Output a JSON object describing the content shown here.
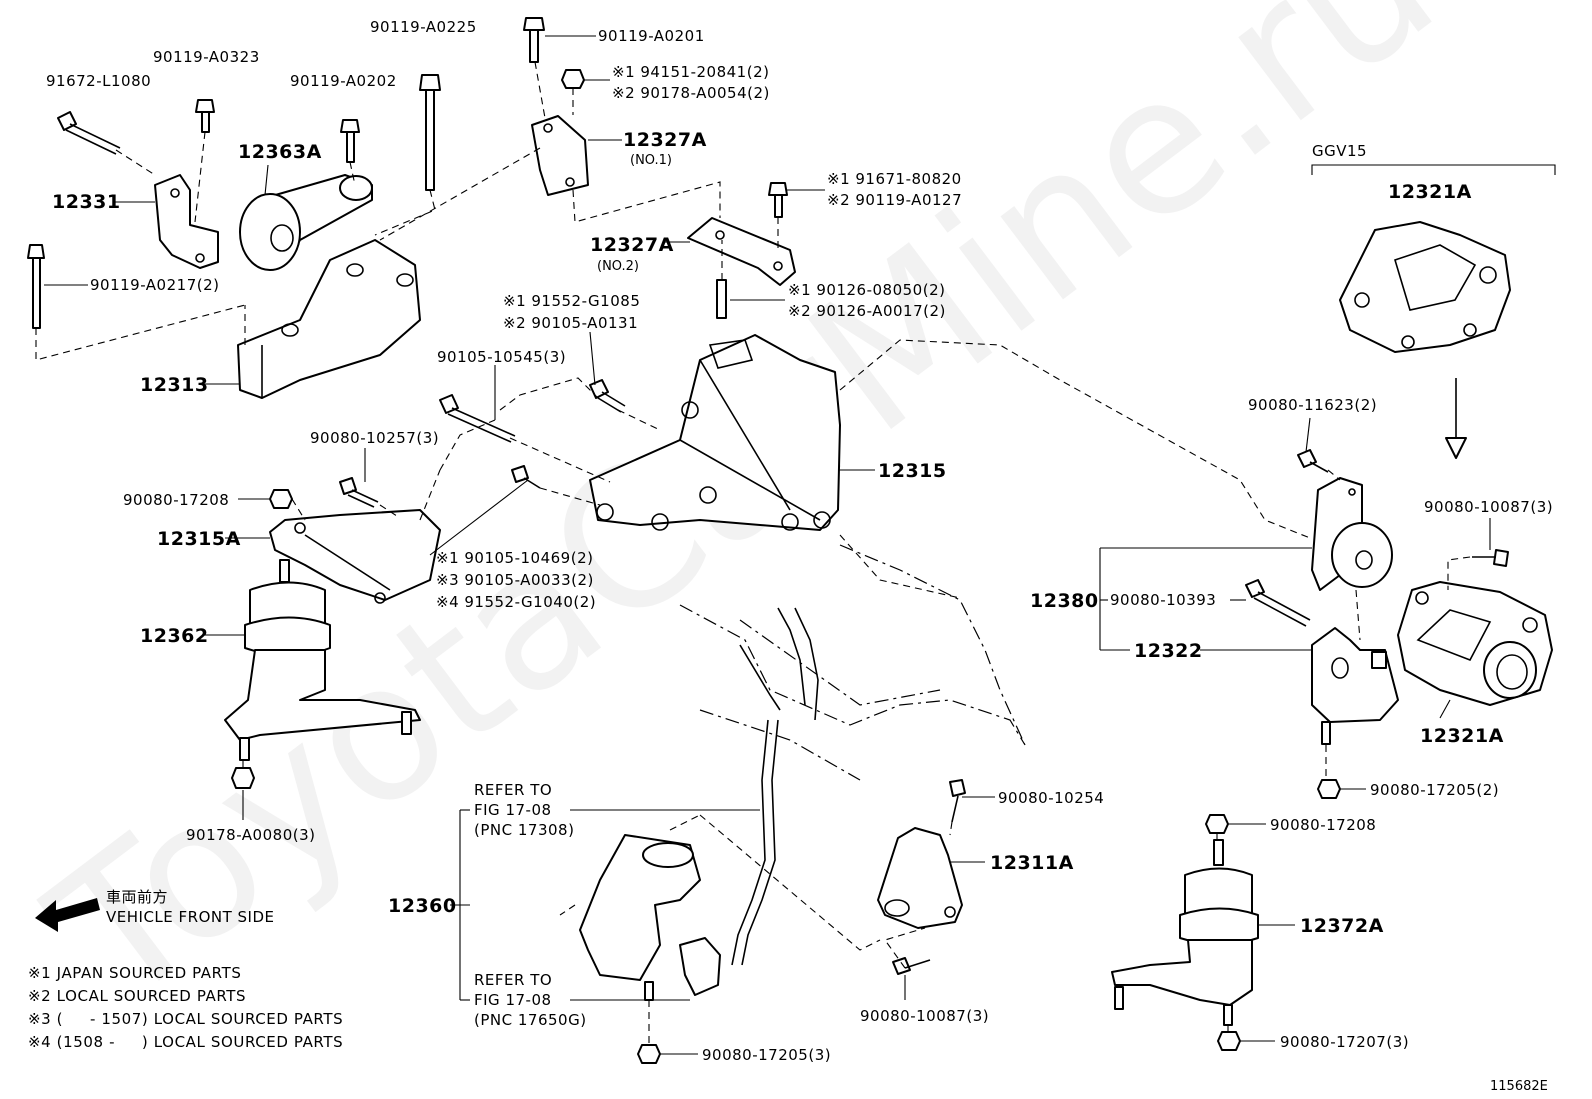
{
  "watermark": "ToyotaCarMine.ru",
  "diagram_id": "115682E",
  "model_code": "GGV15",
  "direction": {
    "jp": "車両前方",
    "en": "VEHICLE FRONT SIDE"
  },
  "notes": [
    "※1 JAPAN SOURCED PARTS",
    "※2 LOCAL SOURCED PARTS",
    "※3 (     - 1507) LOCAL SOURCED PARTS",
    "※4 (1508 -     ) LOCAL SOURCED PARTS"
  ],
  "refer": [
    {
      "l1": "REFER TO",
      "l2": "FIG 17-08",
      "l3": "(PNC 17308)"
    },
    {
      "l1": "REFER TO",
      "l2": "FIG 17-08",
      "l3": "(PNC 17650G)"
    }
  ],
  "labels": {
    "p91672_L1080": "91672-L1080",
    "p90119_A0323": "90119-A0323",
    "p90119_A0225": "90119-A0225",
    "p90119_A0202": "90119-A0202",
    "p90119_A0201": "90119-A0201",
    "n1_94151": "※1 94151-20841(2)",
    "n2_90178": "※2 90178-A0054(2)",
    "p12327A_1": "12327A",
    "p12327A_1_sub": "(NO.1)",
    "p12363A": "12363A",
    "p12331": "12331",
    "n1_91671": "※1 91671-80820",
    "n2_90119": "※2 90119-A0127",
    "p12327A_2": "12327A",
    "p12327A_2_sub": "(NO.2)",
    "p90119_A0217": "90119-A0217(2)",
    "n1_91552": "※1 91552-G1085",
    "n2_90105": "※2 90105-A0131",
    "n1_90126": "※1 90126-08050(2)",
    "n2_90126": "※2 90126-A0017(2)",
    "p90105_10545": "90105-10545(3)",
    "p12313": "12313",
    "p90080_10257": "90080-10257(3)",
    "p12315": "12315",
    "p90080_17208a": "90080-17208",
    "p12315A": "12315A",
    "n1_90105": "※1 90105-10469(2)",
    "n3_90105": "※3 90105-A0033(2)",
    "n4_91552": "※4 91552-G1040(2)",
    "p12362": "12362",
    "p90178_A0080": "90178-A0080(3)",
    "p12321A_top": "12321A",
    "p90080_11623": "90080-11623(2)",
    "p90080_10087a": "90080-10087(3)",
    "p12380": "12380",
    "p90080_10393": "90080-10393",
    "p12322": "12322",
    "p12321A_bot": "12321A",
    "p90080_17205a": "90080-17205(2)",
    "p90080_17208b": "90080-17208",
    "p90080_10254": "90080-10254",
    "p12311A": "12311A",
    "p12360": "12360",
    "p12372A": "12372A",
    "p90080_10087b": "90080-10087(3)",
    "p90080_17207": "90080-17207(3)",
    "p90080_17205b": "90080-17205(3)"
  }
}
